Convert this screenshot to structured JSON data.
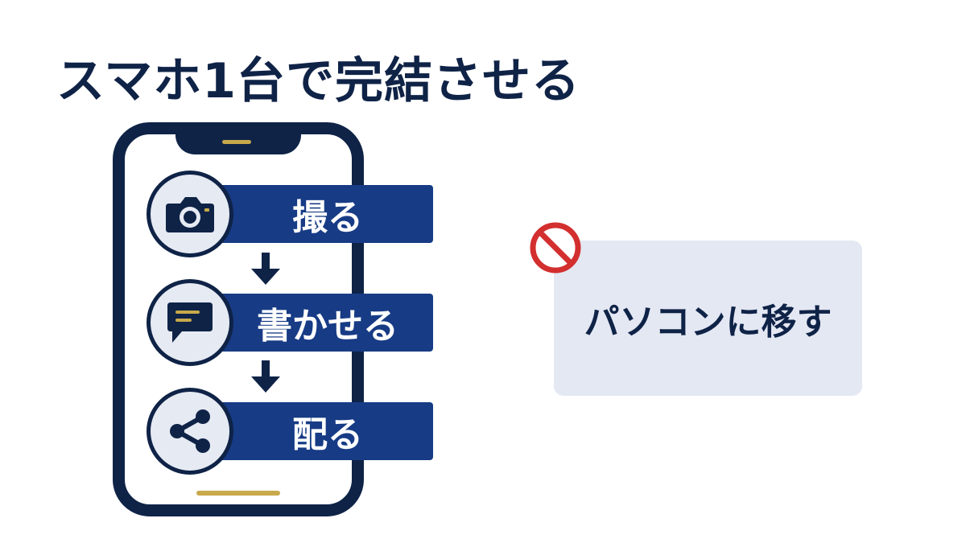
{
  "title": "スマホ1台で完結させる",
  "steps": [
    {
      "label": "撮る",
      "icon": "camera-icon"
    },
    {
      "label": "書かせる",
      "icon": "chat-icon"
    },
    {
      "label": "配る",
      "icon": "share-icon"
    }
  ],
  "prohibited": {
    "label": "パソコンに移す",
    "icon": "prohibited-icon"
  },
  "colors": {
    "navy": "#0f2347",
    "blue": "#173b85",
    "gold": "#c8a94b",
    "red": "#d32f2f",
    "light": "#e4e8f3"
  }
}
